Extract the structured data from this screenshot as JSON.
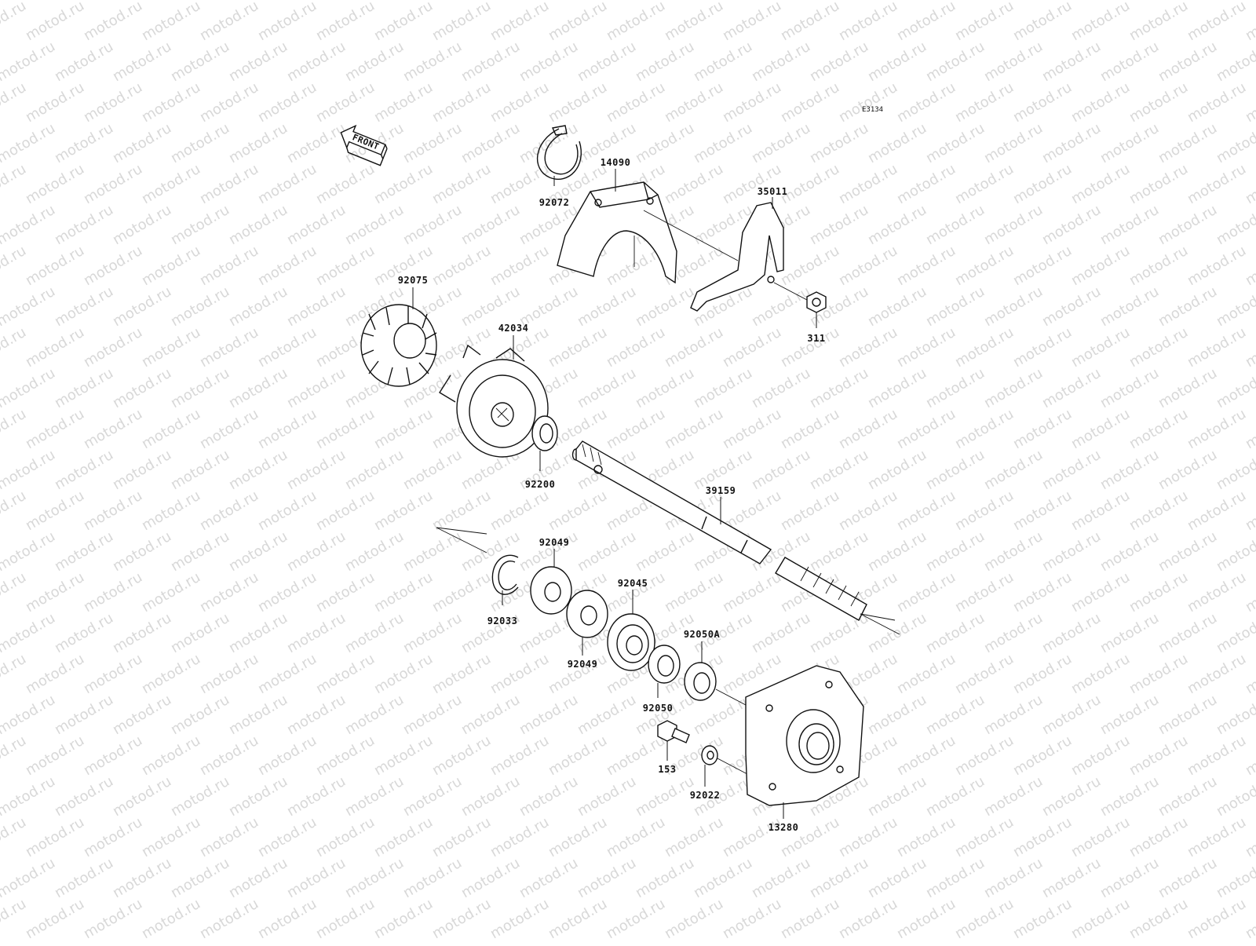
{
  "diagram": {
    "code": "E3134",
    "front_label": "FRONT",
    "watermark": "motod.ru"
  },
  "parts": [
    {
      "number": "92072"
    },
    {
      "number": "14090"
    },
    {
      "number": "35011"
    },
    {
      "number": "311"
    },
    {
      "number": "92075"
    },
    {
      "number": "42034"
    },
    {
      "number": "92200"
    },
    {
      "number": "39159"
    },
    {
      "number": "92049"
    },
    {
      "number": "92033"
    },
    {
      "number": "92045"
    },
    {
      "number": "92049"
    },
    {
      "number": "92050A"
    },
    {
      "number": "92050"
    },
    {
      "number": "153"
    },
    {
      "number": "92022"
    },
    {
      "number": "13280"
    }
  ]
}
